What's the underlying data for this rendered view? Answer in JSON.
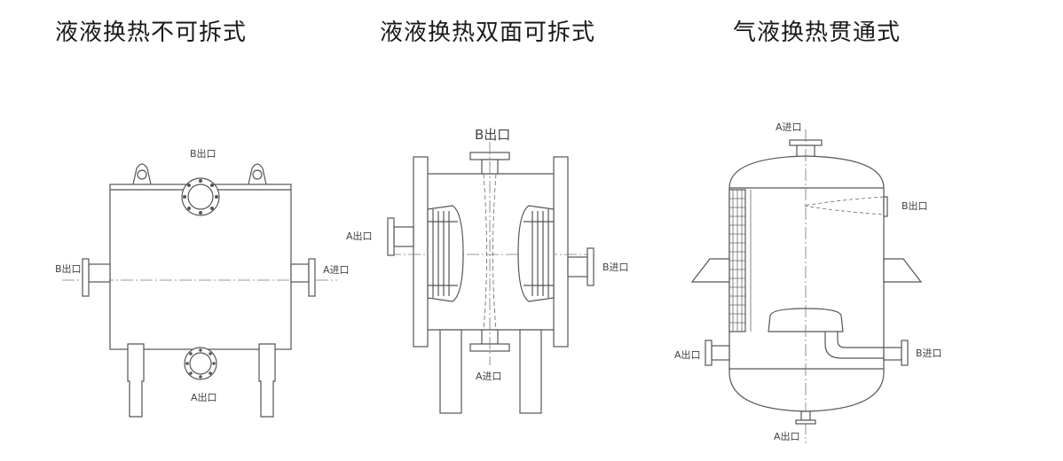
{
  "titles": {
    "left": "液液换热不可拆式",
    "middle": "液液换热双面可拆式",
    "right": "气液换热贯通式"
  },
  "labels": {
    "left_top": "B出口",
    "left_left": "B出口",
    "left_right": "A进口",
    "left_bottom": "A出口",
    "mid_top": "B出口",
    "mid_left": "A出口",
    "mid_right": "B进口",
    "mid_bottom": "A进口",
    "right_top": "A进口",
    "right_upper_right": "B出口",
    "right_lower_left": "A出口",
    "right_lower_right": "B进口",
    "right_bottom": "A出口"
  }
}
